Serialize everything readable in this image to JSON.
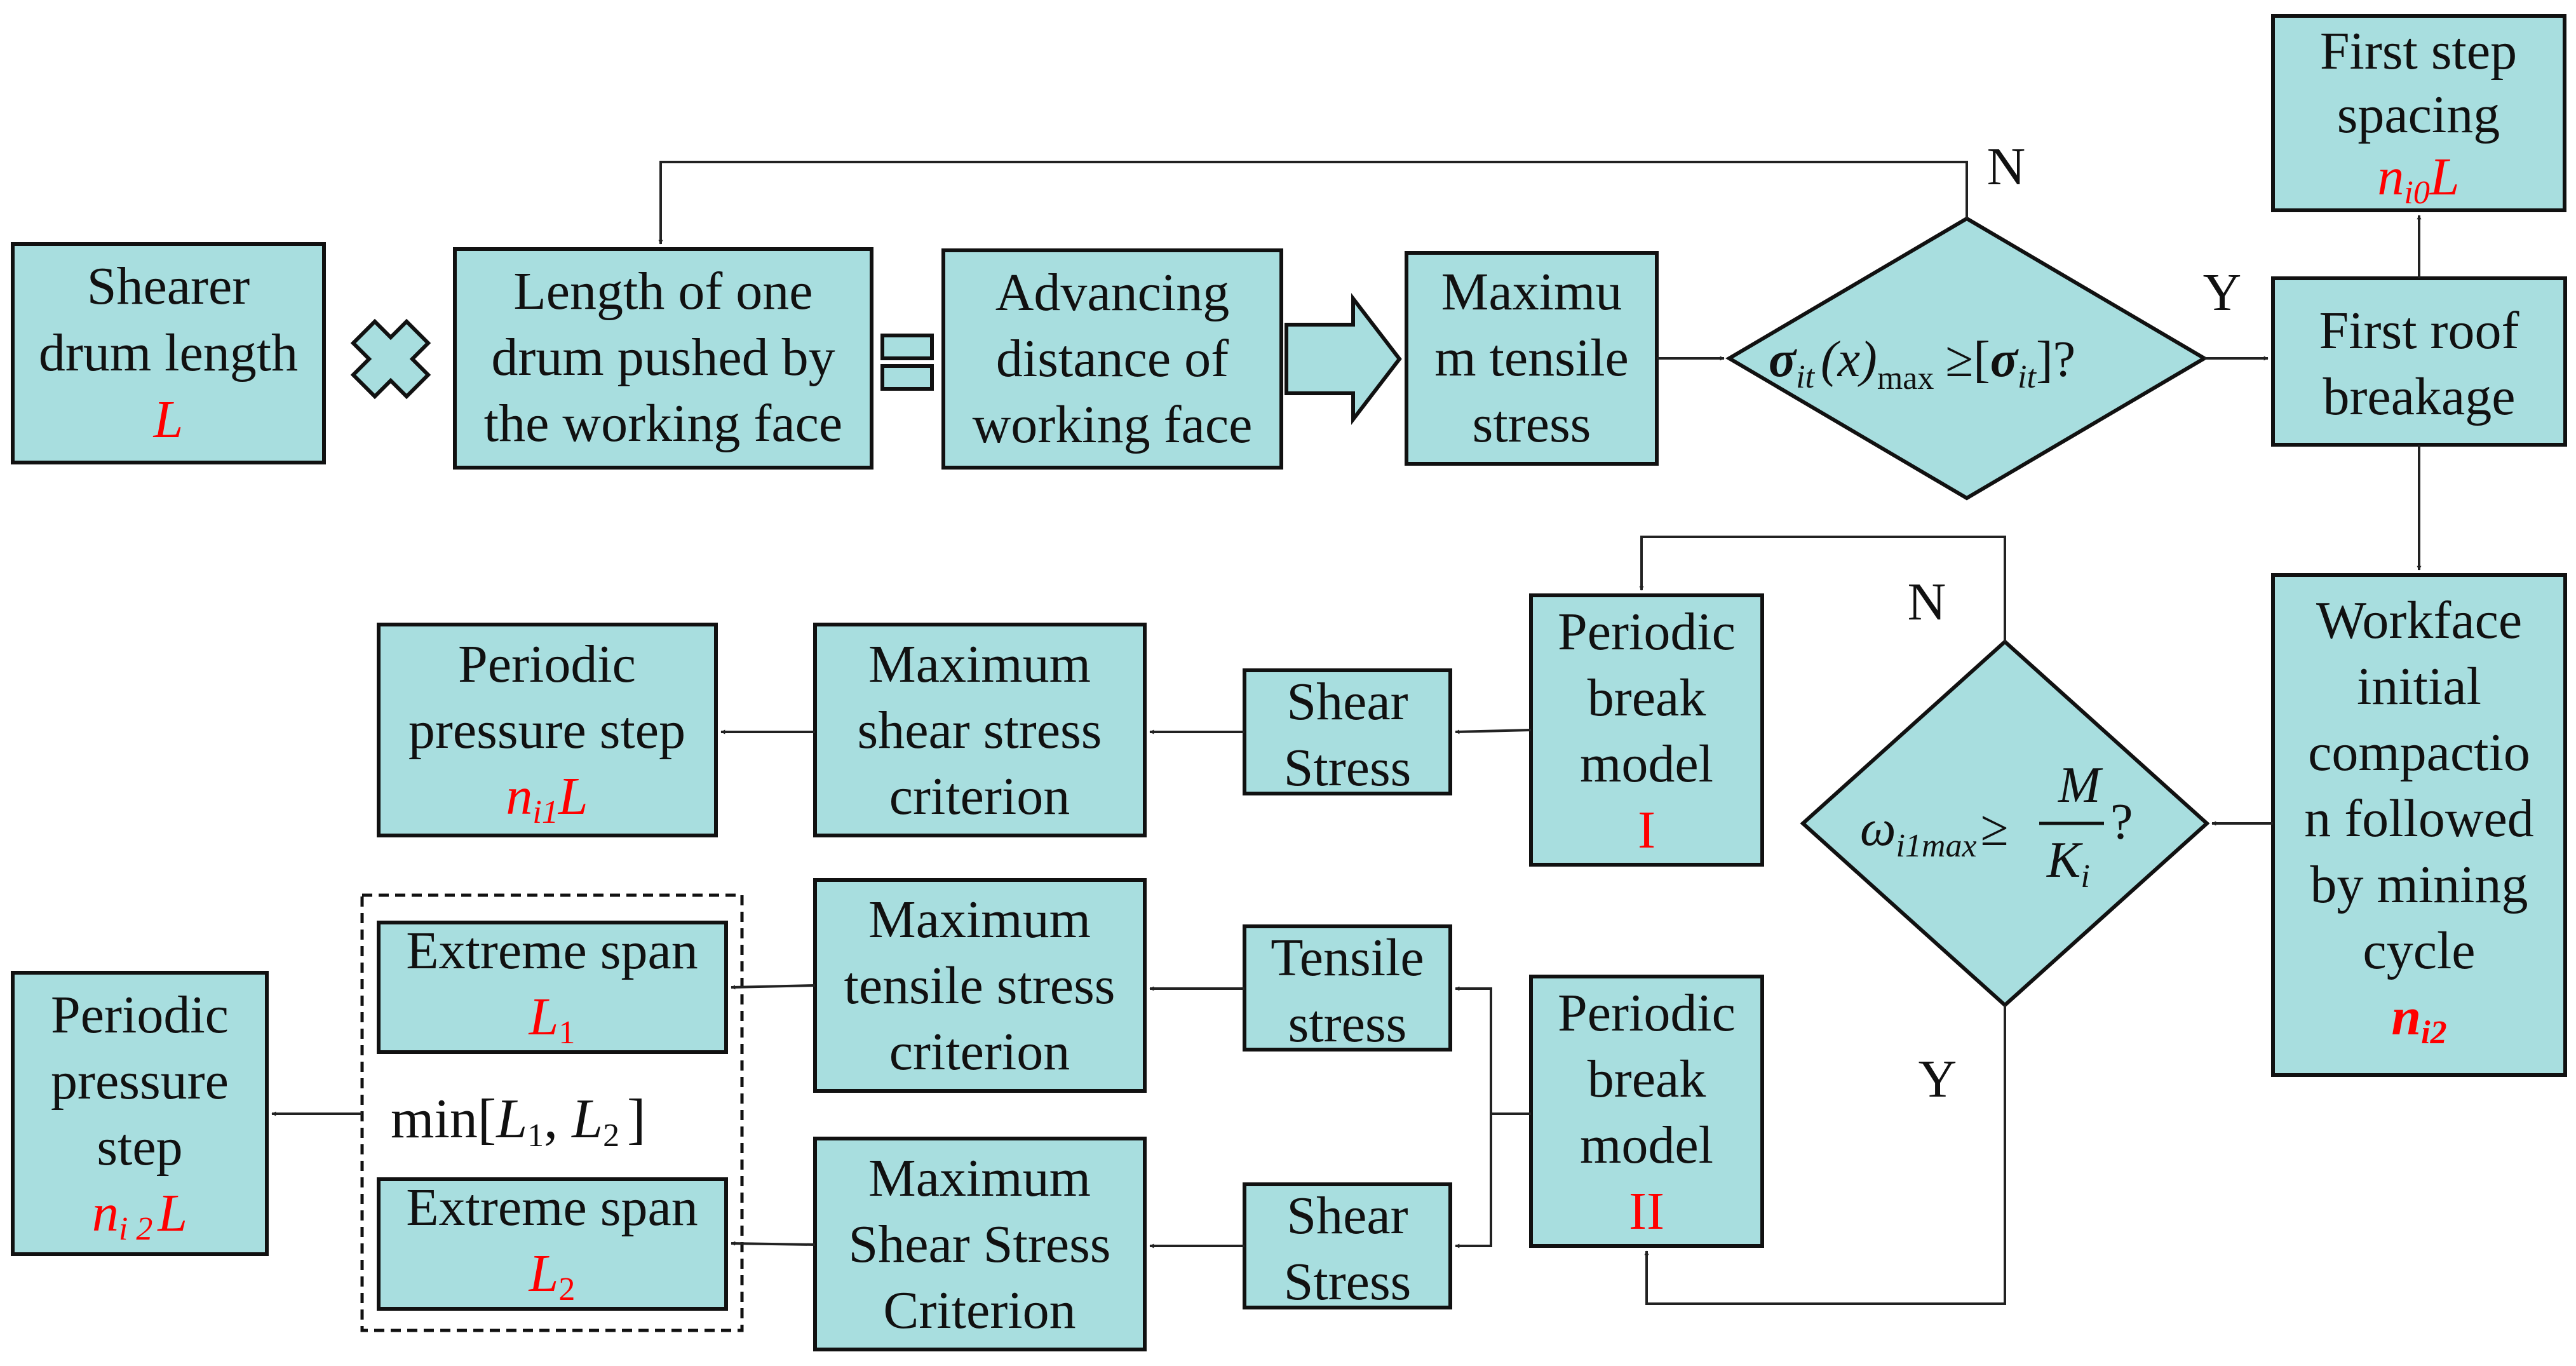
{
  "colors": {
    "box_fill": "#a8dedf",
    "stroke": "#111111",
    "accent_red": "#ff0000"
  },
  "nodes": {
    "shearer": {
      "lines": [
        "Shearer",
        "drum length"
      ],
      "var": "L"
    },
    "length_one_drum": {
      "lines": [
        "Length of one",
        "drum pushed by",
        "the working face"
      ]
    },
    "advancing": {
      "lines": [
        "Advancing",
        "distance of",
        "working face"
      ]
    },
    "max_tensile": {
      "lines": [
        "Maximu",
        "m tensile",
        "stress"
      ]
    },
    "decision1": {
      "sigma": "σ",
      "sub_it": "it",
      "x_paren": "(x)",
      "max": "max",
      "geq": "≥",
      "lbr": "[",
      "rbr": "]?"
    },
    "first_step": {
      "lines": [
        "First step",
        "spacing"
      ],
      "var_n": "n",
      "var_sub": "i0",
      "var_L": "L"
    },
    "first_roof": {
      "lines": [
        "First roof",
        "breakage"
      ]
    },
    "workface": {
      "lines": [
        "Workface",
        "initial",
        "compactio",
        "n followed",
        "by mining",
        "cycle"
      ],
      "var_n": "n",
      "var_sub": "i2"
    },
    "decision2": {
      "omega": "ω",
      "sub": "i1max",
      "geq": "≥",
      "M": "M",
      "K": "K",
      "K_sub": "i",
      "q": "?"
    },
    "model1": {
      "lines": [
        "Periodic",
        "break",
        "model"
      ],
      "roman": "I"
    },
    "shear1": {
      "lines": [
        "Shear",
        "Stress"
      ]
    },
    "max_shear1": {
      "lines": [
        "Maximum",
        "shear stress",
        "criterion"
      ]
    },
    "periodic1": {
      "lines": [
        "Periodic",
        "pressure step"
      ],
      "var_n": "n",
      "var_sub": "i1",
      "var_L": "L"
    },
    "model2": {
      "lines": [
        "Periodic",
        "break",
        "model"
      ],
      "roman": "II"
    },
    "tensile2": {
      "lines": [
        "Tensile",
        "stress"
      ]
    },
    "shear2": {
      "lines": [
        "Shear",
        "Stress"
      ]
    },
    "max_tensile2": {
      "lines": [
        "Maximum",
        "tensile stress",
        "criterion"
      ]
    },
    "max_shear2": {
      "lines": [
        "Maximum",
        "Shear Stress",
        "Criterion"
      ]
    },
    "extreme1": {
      "label": "Extreme span",
      "var": "L",
      "sub": "1"
    },
    "extreme2": {
      "label": "Extreme span",
      "var": "L",
      "sub": "2"
    },
    "min_expr": {
      "min": "min[",
      "L": "L",
      "s1": "1",
      "comma": ", ",
      "s2": "2",
      "close": "]"
    },
    "periodic2": {
      "lines": [
        "Periodic",
        "pressure",
        "step"
      ],
      "var_n": "n",
      "var_sub": "i 2",
      "var_L": "L"
    }
  },
  "operators": {
    "times": "times-sign",
    "equals": "equals-sign",
    "arrow": "block-right-arrow"
  },
  "flags": {
    "n_top": "N",
    "y_top": "Y",
    "n_mid": "N",
    "y_mid": "Y"
  }
}
